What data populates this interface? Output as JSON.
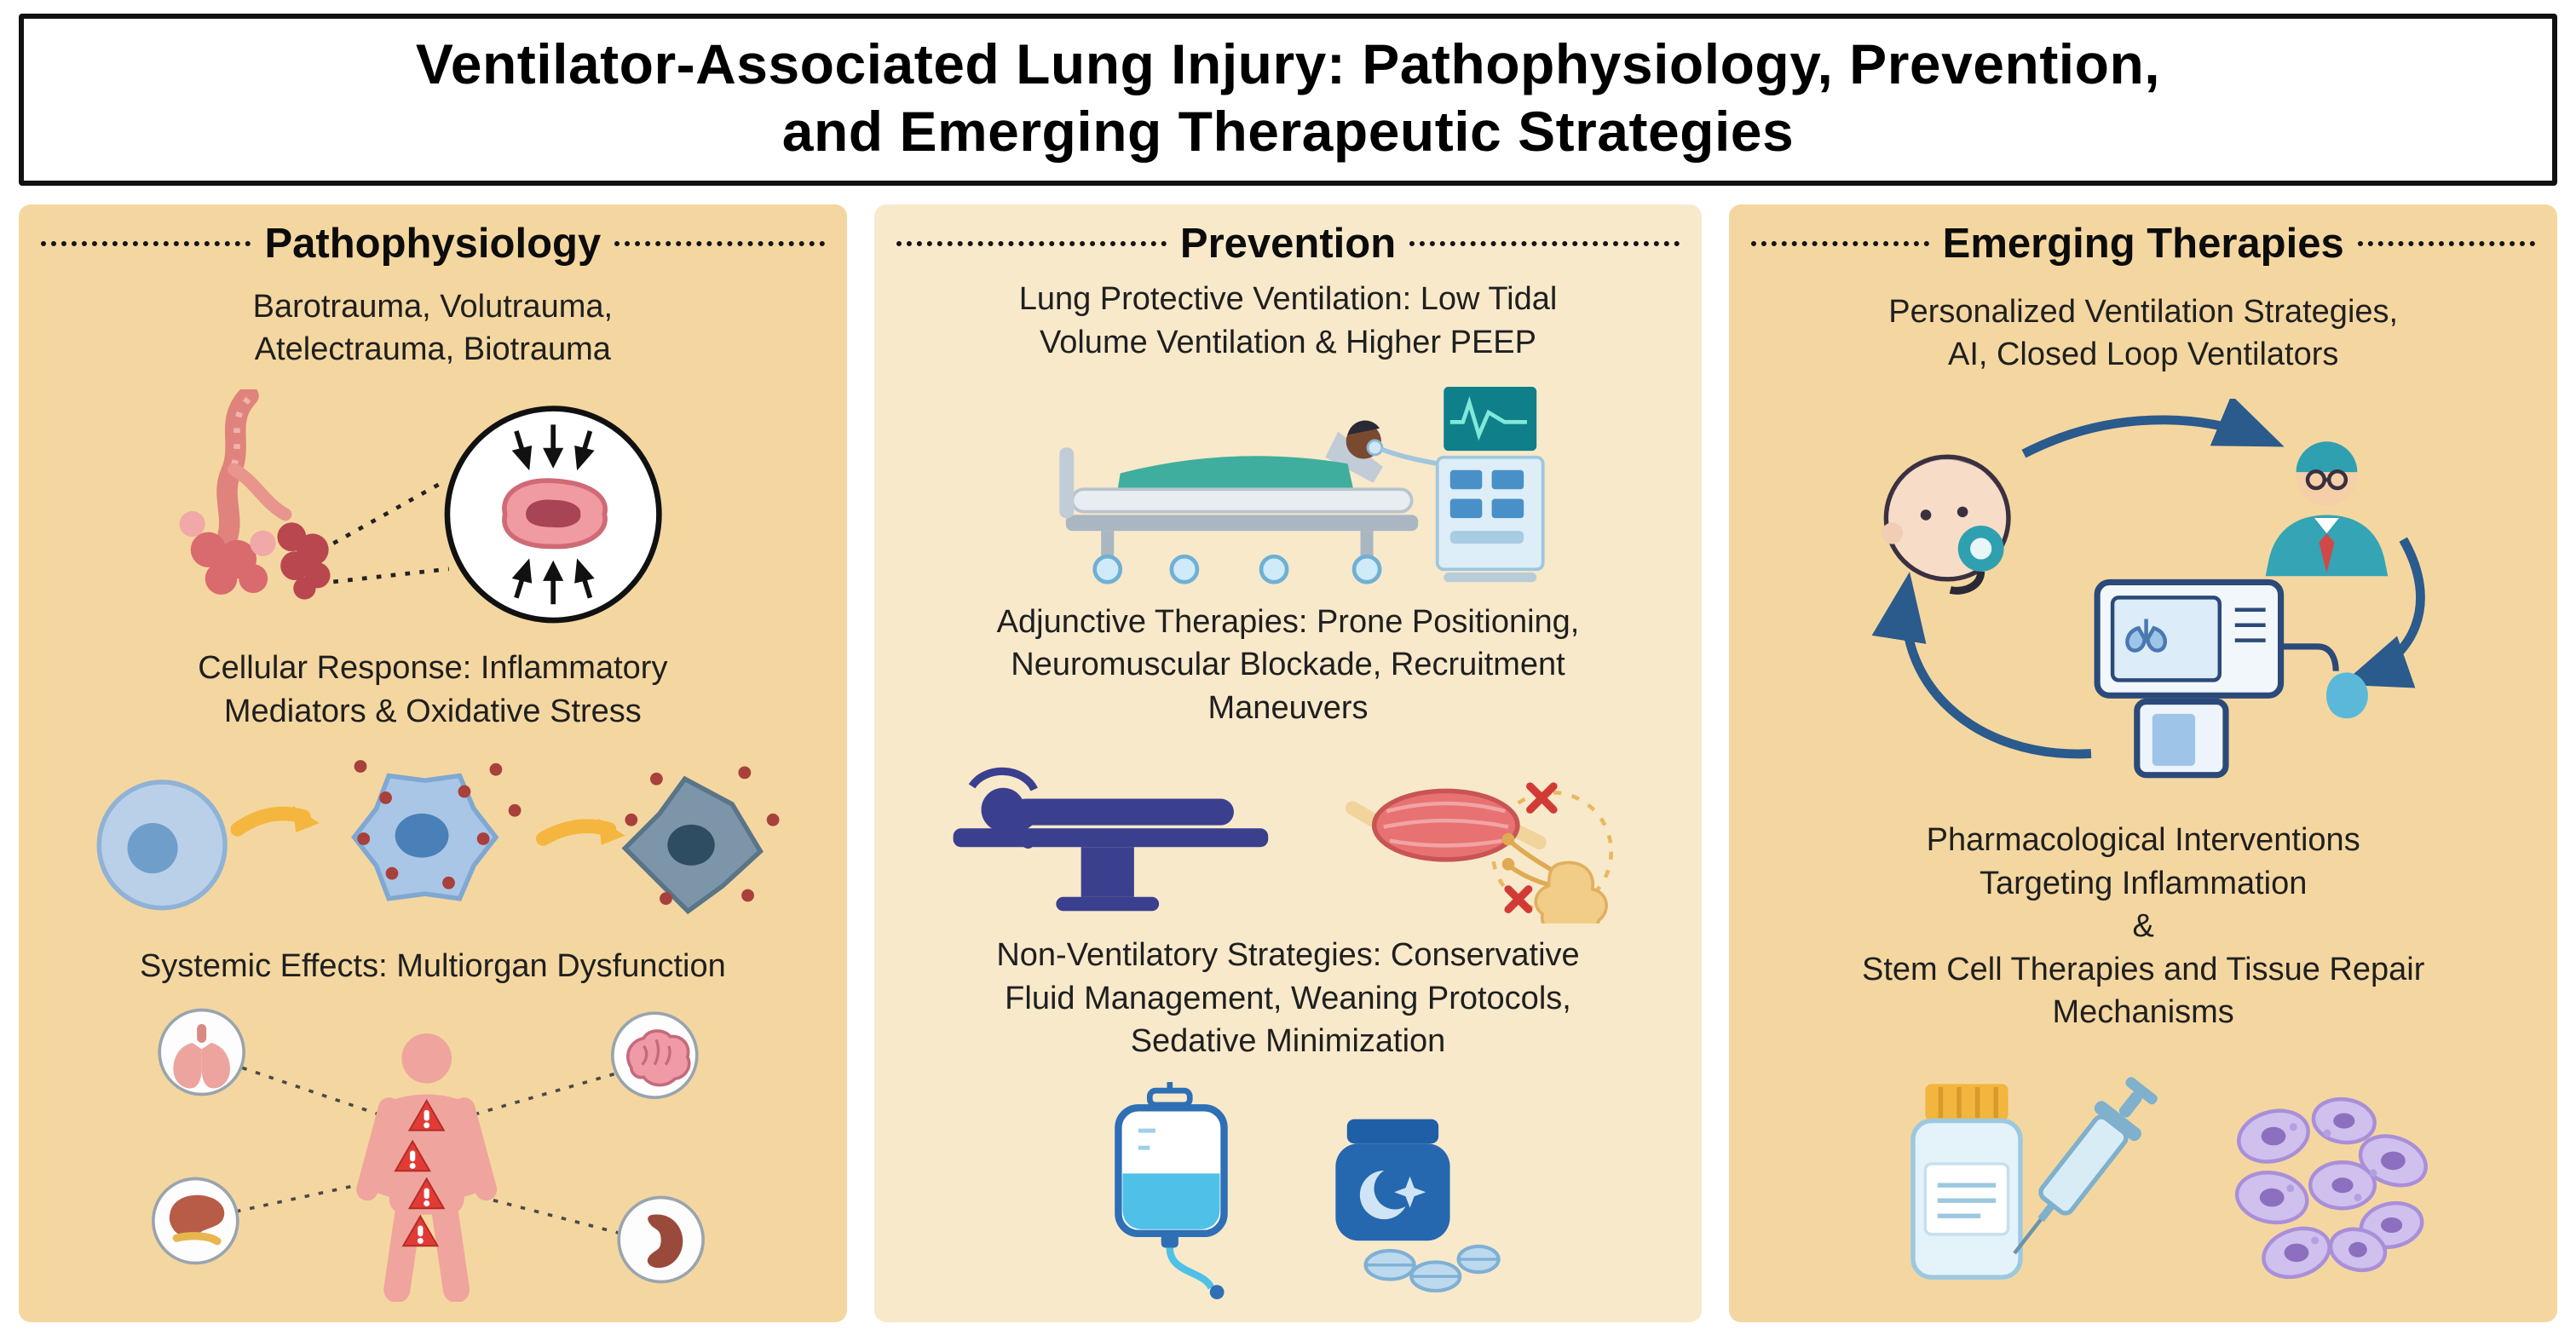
{
  "title": "Ventilator-Associated Lung Injury: Pathophysiology, Prevention,\nand Emerging Therapeutic Strategies",
  "columns": {
    "pathophysiology": {
      "header": "Pathophysiology",
      "mechanisms_text": "Barotrauma, Volutrauma,\nAtelectrauma, Biotrauma",
      "cellular_text": "Cellular Response: Inflammatory\nMediators & Oxidative Stress",
      "systemic_text": "Systemic Effects: Multiorgan Dysfunction",
      "illustrations": [
        {
          "name": "alveolar-injury-illustration",
          "desc": "Alveoli with magnified damaged alveolus under compression arrows"
        },
        {
          "name": "inflammatory-cells-illustration",
          "desc": "Cell activation sequence releasing inflammatory mediators"
        },
        {
          "name": "multiorgan-dysfunction-illustration",
          "desc": "Body with warning signs linked to lungs, brain, liver and kidney"
        }
      ]
    },
    "prevention": {
      "header": "Prevention",
      "lung_protective_text": "Lung Protective Ventilation: Low Tidal\nVolume Ventilation & Higher PEEP",
      "adjunctive_text": "Adjunctive Therapies: Prone Positioning,\nNeuromuscular Blockade, Recruitment\nManeuvers",
      "non_ventilatory_text": "Non-Ventilatory Strategies: Conservative\nFluid Management, Weaning Protocols,\nSedative Minimization",
      "illustrations": [
        {
          "name": "ventilated-patient-illustration",
          "desc": "Patient in ICU bed connected to mechanical ventilator"
        },
        {
          "name": "prone-neuromuscular-illustration",
          "desc": "Prone patient on table and blocked neuromuscular junction"
        },
        {
          "name": "fluid-sedation-illustration",
          "desc": "IV fluid bag, sedative bottle and pills"
        }
      ]
    },
    "emerging": {
      "header": "Emerging Therapies",
      "personalized_text": "Personalized Ventilation Strategies,\nAI, Closed Loop Ventilators",
      "pharma_stem_text": "Pharmacological Interventions\nTargeting Inflammation\n&\nStem Cell Therapies and Tissue Repair\nMechanisms",
      "illustrations": [
        {
          "name": "closed-loop-ventilation-illustration",
          "desc": "Feedback loop between patient, clinician and smart ventilator"
        },
        {
          "name": "pharma-stem-cell-illustration",
          "desc": "Medication bottle with syringe and stem cell cluster"
        }
      ]
    }
  },
  "colors": {
    "side_column_bg": "#f4d7a0",
    "middle_column_bg": "#f8e9cb",
    "title_border": "#111111",
    "loop_arrow": "#2b5a8c",
    "warning_red": "#e23b35",
    "highlight_arrow": "#f5b63f"
  }
}
